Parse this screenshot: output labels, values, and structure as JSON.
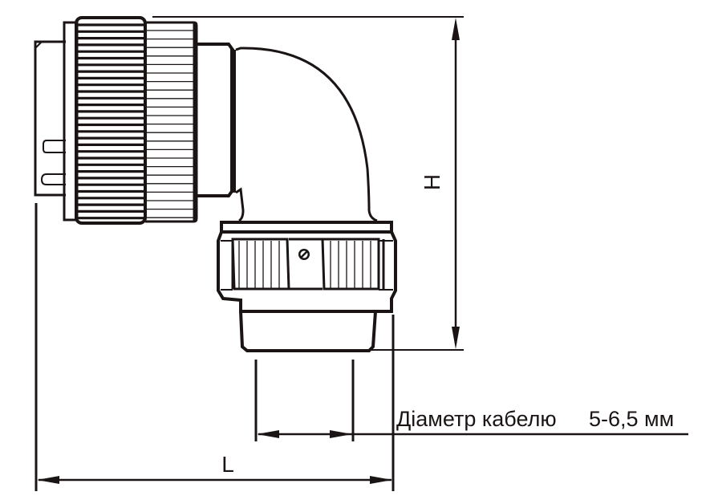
{
  "drawing": {
    "subject": "Angled (90°) circular connector with cable clamp",
    "line_color": "#1a1514",
    "background": "#ffffff"
  },
  "dimensions": {
    "height_label": "H",
    "length_label": "L",
    "cable_diameter_caption": "Діаметр кабелю",
    "cable_diameter_value": "5-6,5 мм"
  }
}
